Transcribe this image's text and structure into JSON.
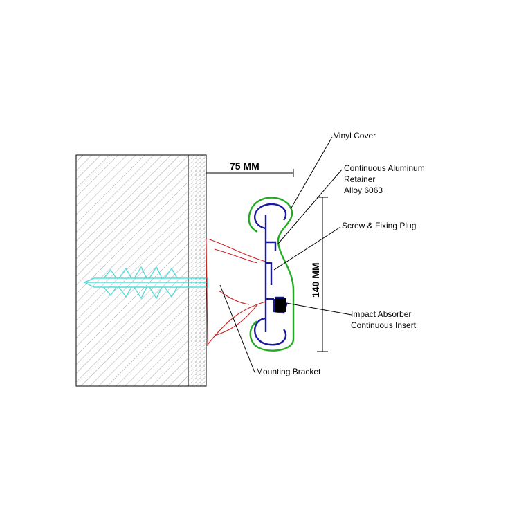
{
  "labels": {
    "vinyl_cover": "Vinyl Cover",
    "retainer_line1": "Continuous Aluminum",
    "retainer_line2": "Retainer",
    "retainer_line3": "Alloy 6063",
    "screw": "Screw & Fixing Plug",
    "absorber_line1": "Impact Absorber",
    "absorber_line2": "Continuous Insert",
    "bracket": "Mounting Bracket"
  },
  "dimensions": {
    "projection": "75 MM",
    "height": "140 MM"
  },
  "colors": {
    "vinyl_cover": "#22aa22",
    "retainer": "#1a1aa0",
    "bracket": "#cc2222",
    "fixing_plug": "#55dddd",
    "outline": "#000000"
  }
}
